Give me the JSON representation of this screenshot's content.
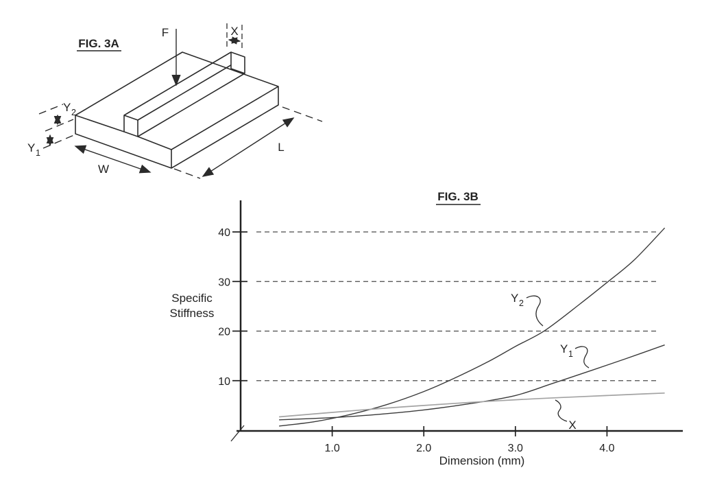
{
  "figure_3a": {
    "title": "FIG. 3A",
    "labels": {
      "force": "F",
      "x_dim": "X",
      "y2": {
        "base": "Y",
        "sub": "2"
      },
      "y1": {
        "base": "Y",
        "sub": "1"
      },
      "width": "W",
      "length": "L"
    }
  },
  "figure_3b": {
    "title": "FIG. 3B",
    "y_axis_label_line1": "Specific",
    "y_axis_label_line2": "Stiffness",
    "x_axis_label": "Dimension (mm)",
    "curve_labels": {
      "y2": {
        "base": "Y",
        "sub": "2"
      },
      "y1": {
        "base": "Y",
        "sub": "1"
      },
      "x": {
        "base": "X",
        "sub": ""
      }
    }
  },
  "ink_color": "#2b2b2b",
  "chart_data": {
    "type": "line",
    "title": "FIG. 3B",
    "xlabel": "Dimension (mm)",
    "ylabel": "Specific Stiffness",
    "xlim": [
      0,
      4.95
    ],
    "ylim": [
      0,
      45
    ],
    "x_ticks": [
      "1.0",
      "2.0",
      "3.0",
      "4.0"
    ],
    "x_tick_values": [
      1.0,
      2.0,
      3.0,
      4.0
    ],
    "y_ticks": [
      "10",
      "20",
      "30",
      "40"
    ],
    "y_tick_values": [
      10,
      20,
      30,
      40
    ],
    "grid": "dashed horizontal lines at each y tick",
    "legend": "curves labeled inline with leader squiggles",
    "series": [
      {
        "name": "Y2",
        "color": "#3a3a3a",
        "points": [
          [
            0.42,
            0.85
          ],
          [
            0.8,
            1.7
          ],
          [
            1.2,
            3.2
          ],
          [
            1.6,
            5.2
          ],
          [
            2.0,
            7.8
          ],
          [
            2.3,
            10.2
          ],
          [
            2.7,
            13.8
          ],
          [
            3.0,
            16.9
          ],
          [
            3.32,
            20.1
          ],
          [
            3.7,
            25.4
          ],
          [
            4.0,
            29.8
          ],
          [
            4.3,
            34.4
          ],
          [
            4.63,
            40.8
          ]
        ]
      },
      {
        "name": "Y1",
        "color": "#3a3a3a",
        "points": [
          [
            0.42,
            2.1
          ],
          [
            1.0,
            2.55
          ],
          [
            1.5,
            3.2
          ],
          [
            2.0,
            4.1
          ],
          [
            2.5,
            5.35
          ],
          [
            3.0,
            7.0
          ],
          [
            3.4,
            9.4
          ],
          [
            3.85,
            12.2
          ],
          [
            4.2,
            14.4
          ],
          [
            4.63,
            17.2
          ]
        ]
      },
      {
        "name": "X",
        "color": "#a3a3a3",
        "points": [
          [
            0.42,
            2.7
          ],
          [
            1.0,
            3.6
          ],
          [
            1.5,
            4.35
          ],
          [
            2.0,
            5.0
          ],
          [
            2.5,
            5.6
          ],
          [
            3.0,
            6.15
          ],
          [
            3.5,
            6.6
          ],
          [
            4.0,
            7.0
          ],
          [
            4.3,
            7.25
          ],
          [
            4.63,
            7.5
          ]
        ]
      }
    ]
  }
}
